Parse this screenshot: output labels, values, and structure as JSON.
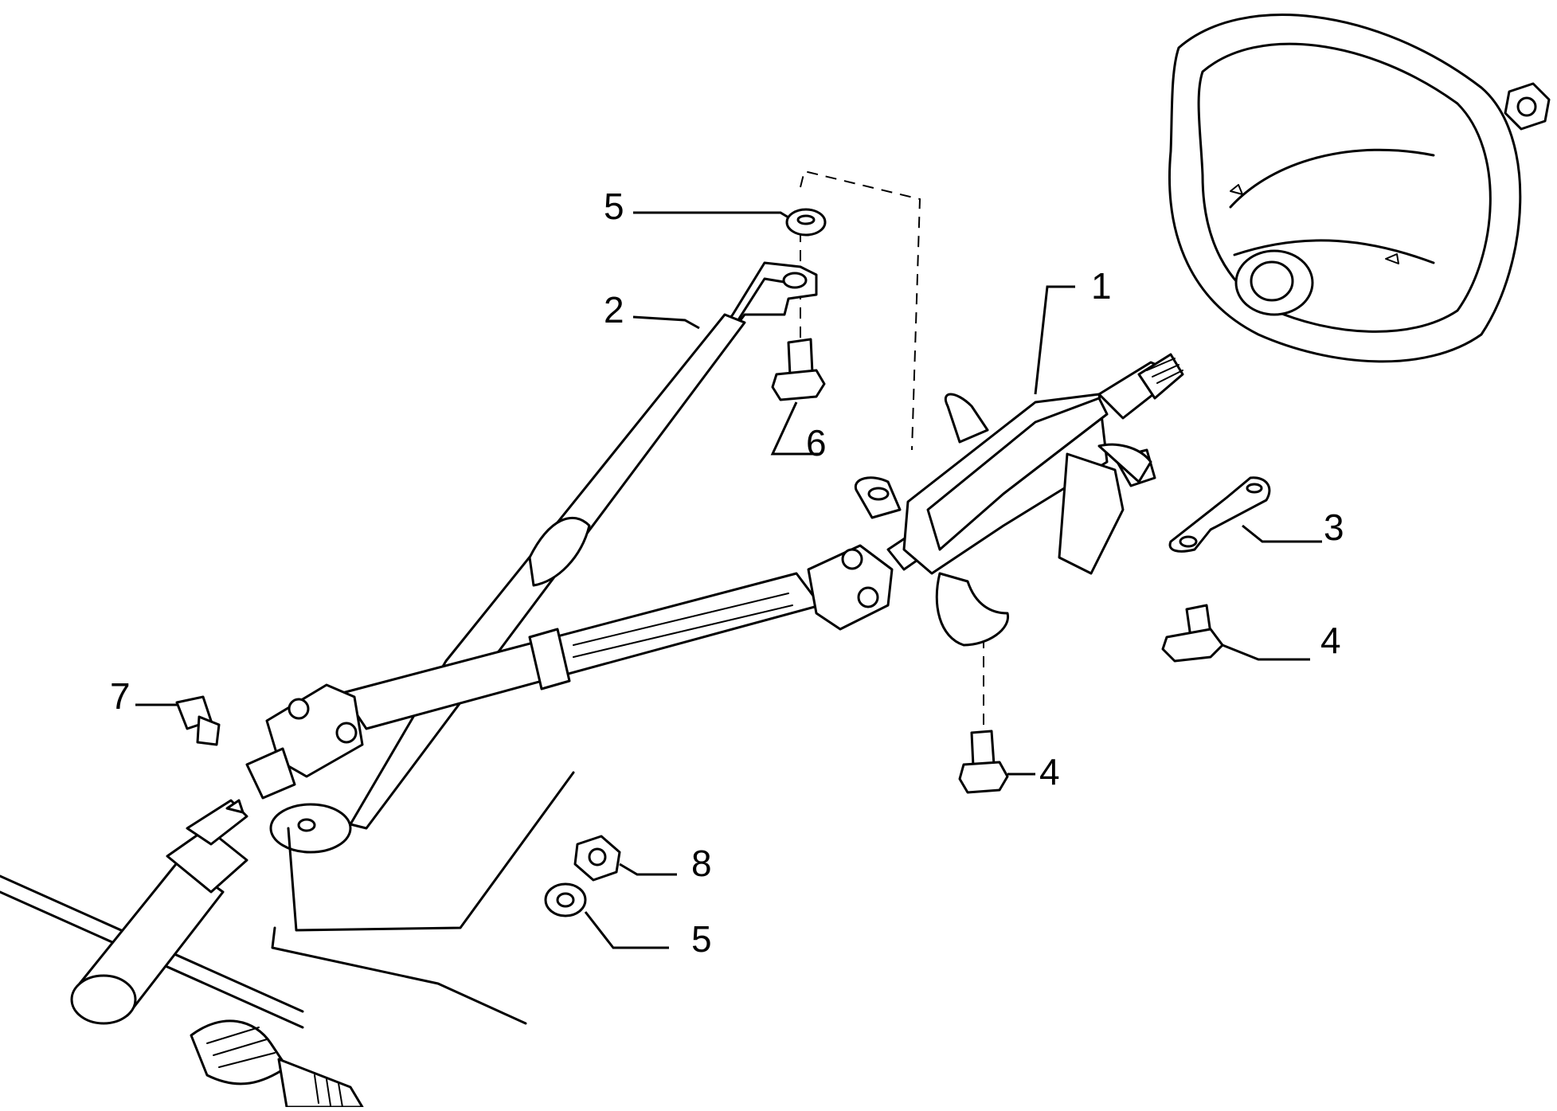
{
  "diagram": {
    "callouts": [
      {
        "id": "c1",
        "label": "1",
        "part": "steering-column"
      },
      {
        "id": "c2",
        "label": "2",
        "part": "support-bracket"
      },
      {
        "id": "c3",
        "label": "3",
        "part": "bracket-plate"
      },
      {
        "id": "c4a",
        "label": "4",
        "part": "bolt"
      },
      {
        "id": "c4b",
        "label": "4",
        "part": "bolt"
      },
      {
        "id": "c5a",
        "label": "5",
        "part": "washer"
      },
      {
        "id": "c5b",
        "label": "5",
        "part": "washer"
      },
      {
        "id": "c6",
        "label": "6",
        "part": "bolt"
      },
      {
        "id": "c7",
        "label": "7",
        "part": "bolt"
      },
      {
        "id": "c8",
        "label": "8",
        "part": "nut"
      }
    ]
  }
}
